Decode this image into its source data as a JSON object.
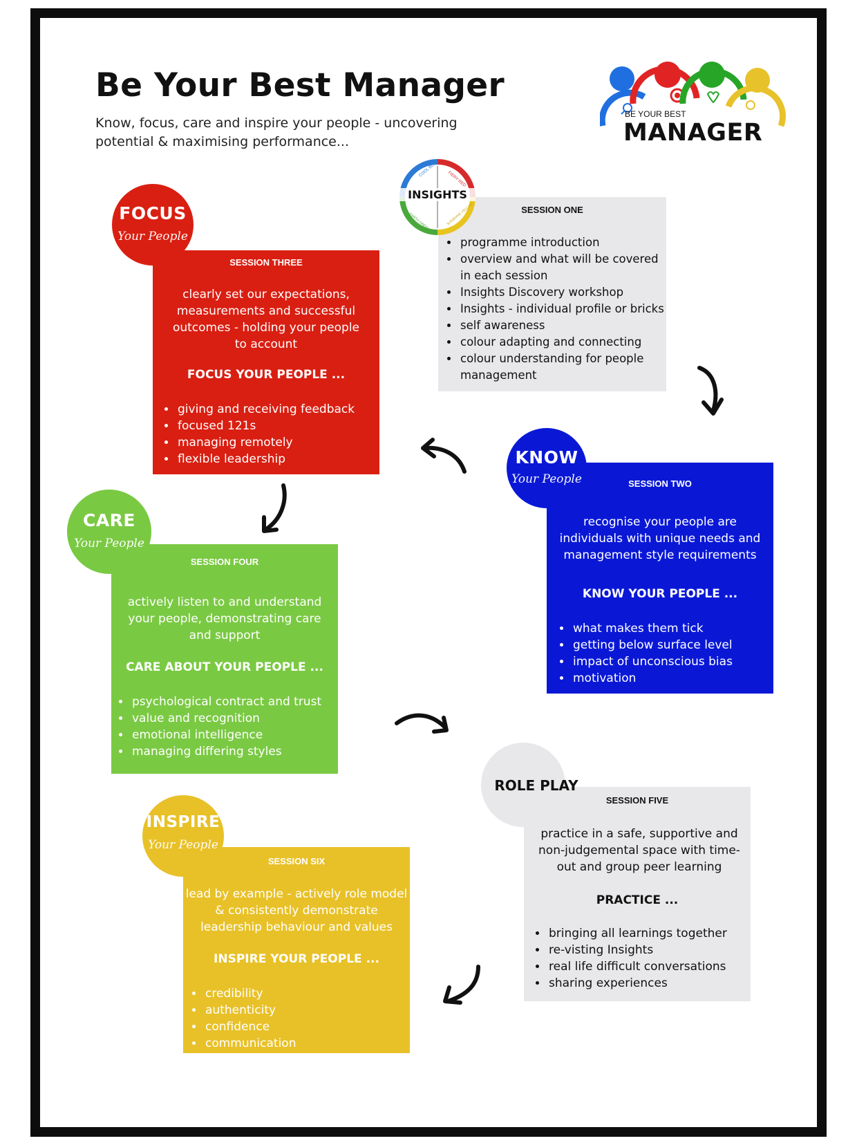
{
  "header": {
    "title": "Be Your Best Manager",
    "subtitle": "Know, focus, care and inspire your people - uncovering potential & maximising performance..."
  },
  "logo": {
    "small_text": "BE YOUR BEST",
    "big_text": "MANAGER",
    "colors": [
      "#1f6fe0",
      "#e02424",
      "#27a527",
      "#e7c22a"
    ]
  },
  "insights_badge": {
    "word": "INSIGHTS",
    "ring_labels": [
      "COOL BLUE",
      "FIERY RED",
      "SUNSHINE YELLOW",
      "EARTH GREEN"
    ],
    "colors": [
      "#2b7bd6",
      "#d62b2b",
      "#e8c420",
      "#4aa83c"
    ]
  },
  "cards": {
    "session_one": {
      "session": "SESSION ONE",
      "color": "#e8e8ea",
      "bullets": [
        "programme introduction",
        "overview and what will be covered in each session",
        "Insights Discovery workshop",
        "Insights - individual profile or bricks",
        "self awareness",
        "colour adapting and connecting",
        "colour understanding for people management"
      ]
    },
    "session_three": {
      "badge_word": "FOCUS",
      "badge_script": "Your People",
      "session": "SESSION THREE",
      "color": "#d91f12",
      "body": "clearly set our expectations, measurements and successful outcomes - holding your people to account",
      "heading": "FOCUS YOUR PEOPLE ...",
      "bullets": [
        "giving and receiving feedback",
        "focused 121s",
        "managing remotely",
        "flexible leadership"
      ]
    },
    "session_two": {
      "badge_word": "KNOW",
      "badge_script": "Your People",
      "session": "SESSION TWO",
      "color": "#0a18d6",
      "body": "recognise your people are individuals with unique needs and management style requirements",
      "heading": "KNOW YOUR PEOPLE ...",
      "bullets": [
        "what makes them tick",
        "getting below surface level",
        "impact of unconscious bias",
        "motivation"
      ]
    },
    "session_four": {
      "badge_word": "CARE",
      "badge_script": "Your People",
      "session": "SESSION FOUR",
      "color": "#7ac943",
      "body": "actively listen to and understand your people, demonstrating care and support",
      "heading": "CARE ABOUT YOUR PEOPLE ...",
      "bullets": [
        "psychological contract and trust",
        "value and recognition",
        "emotional intelligence",
        "managing differing styles"
      ]
    },
    "session_five": {
      "badge_word": "ROLE PLAY",
      "session": "SESSION FIVE",
      "color": "#e8e8ea",
      "body": "practice in a safe, supportive and non-judgemental space with time-out and group peer learning",
      "heading": "PRACTICE ...",
      "bullets": [
        "bringing all learnings together",
        "re-visting Insights",
        "real life difficult conversations",
        "sharing experiences"
      ]
    },
    "session_six": {
      "badge_word": "INSPIRE",
      "badge_script": "Your People",
      "session": "SESSION SIX",
      "color": "#e8c128",
      "body": "lead by example - actively role model & consistently demonstrate leadership behaviour and values",
      "heading": "INSPIRE YOUR PEOPLE ...",
      "bullets": [
        "credibility",
        "authenticity",
        "confidence",
        "communication"
      ]
    }
  }
}
